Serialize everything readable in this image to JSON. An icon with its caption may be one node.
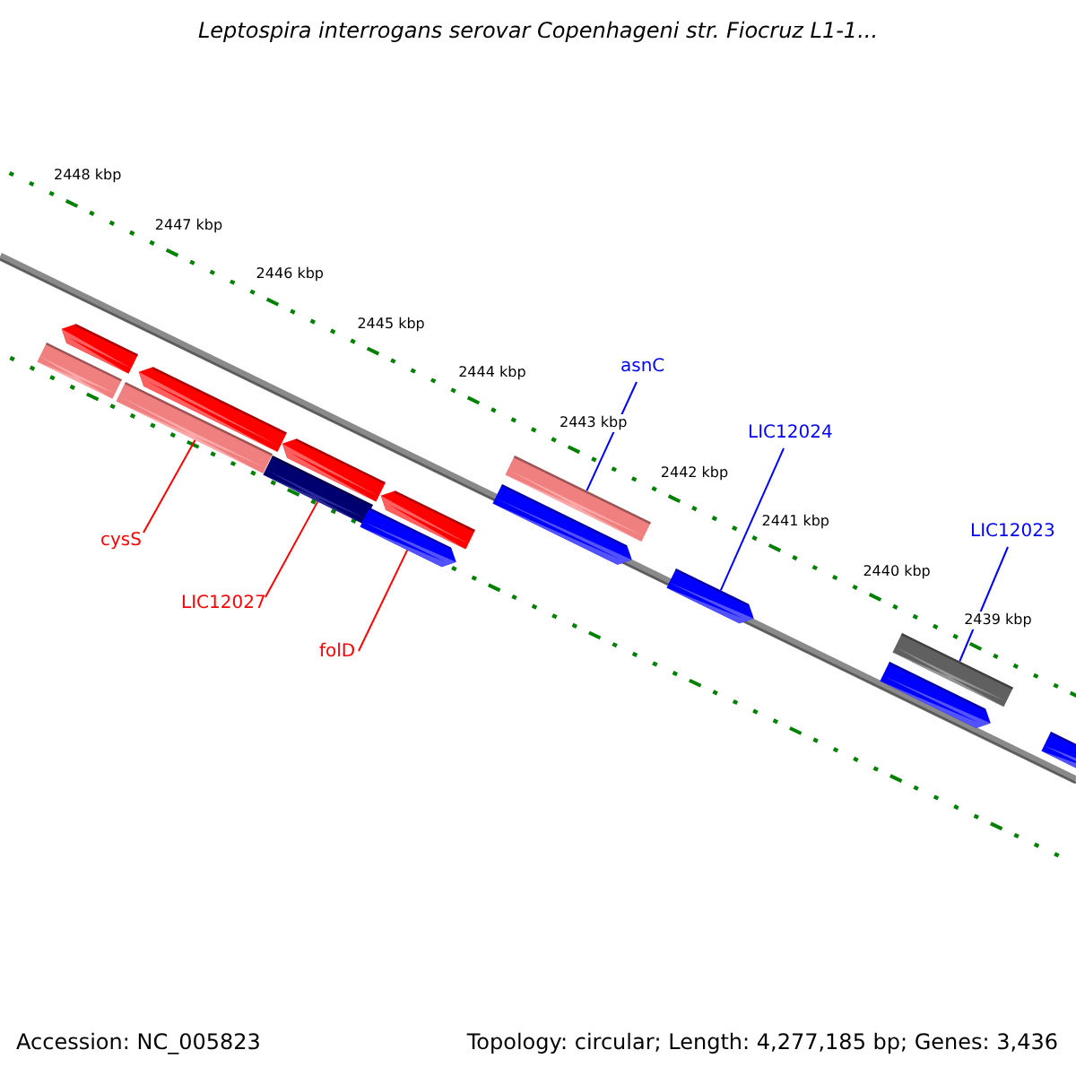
{
  "diagram": {
    "title": "Leptospira interrogans serovar Copenhageni str. Fiocruz L1-1...",
    "nodes": [
      {
        "text": [],
        "shape": "bar"
      },
      {
        "text": [],
        "shape": "bar"
      },
      {
        "text": [],
        "shape": "bar"
      },
      {
        "text": [],
        "shape": "bar"
      },
      {
        "text": [],
        "shape": "bar"
      },
      {
        "text": [],
        "shape": "bar"
      },
      {
        "text": [],
        "shape": "bar"
      },
      {
        "text": [],
        "shape": "bar"
      },
      {
        "text": [],
        "shape": "bar"
      },
      {
        "text": [],
        "shape": "bar"
      },
      {
        "text": [],
        "shape": "bar"
      },
      {
        "text": [],
        "shape": "bar"
      },
      {
        "text": [],
        "shape": "bar"
      },
      {
        "text": [],
        "shape": "bar"
      },
      {
        "text": [
          "asnC"
        ]
      },
      {
        "text": [
          "LIC12024"
        ]
      },
      {
        "text": [
          "LIC12023"
        ]
      },
      {
        "text": [
          "cysS"
        ]
      },
      {
        "text": [
          "LIC12027"
        ]
      },
      {
        "text": [
          "folD"
        ]
      }
    ],
    "edges": [
      {
        "from": 14,
        "to": 8,
        "arrow": "none",
        "color": "#0000ff"
      },
      {
        "from": 15,
        "to": 10,
        "arrow": "none",
        "color": "#0000ff"
      },
      {
        "from": 16,
        "to": 11,
        "arrow": "none",
        "color": "#0000ff"
      },
      {
        "from": 17,
        "to": 3,
        "arrow": "none",
        "color": "#ff0000"
      },
      {
        "from": 18,
        "to": 5,
        "arrow": "none",
        "color": "#ff0000"
      },
      {
        "from": 19,
        "to": 7,
        "arrow": "none",
        "color": "#ff0000"
      }
    ],
    "labels": [
      "2448 kbp",
      "2447 kbp",
      "2446 kbp",
      "2445 kbp",
      "2444 kbp",
      "2443 kbp",
      "2442 kbp",
      "2441 kbp",
      "2440 kbp",
      "2439 kbp",
      "Accession: NC_005823",
      "Topology: circular; Length: 4,277,185 bp; Genes: 3,436"
    ]
  }
}
